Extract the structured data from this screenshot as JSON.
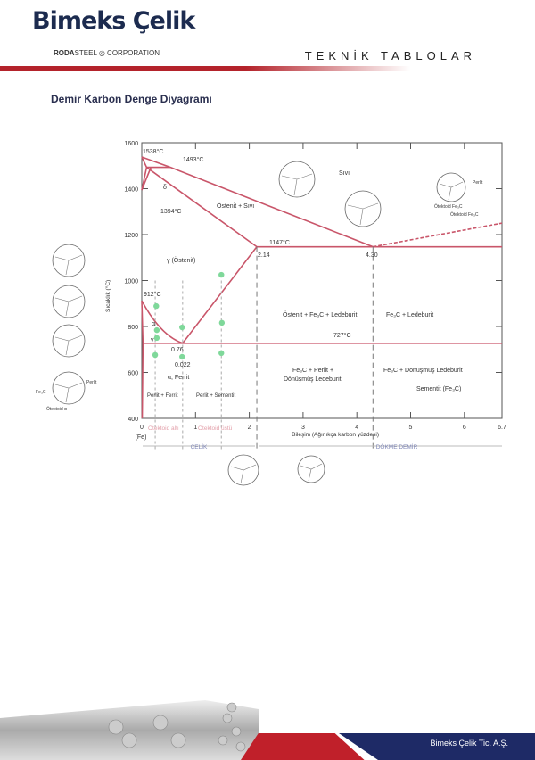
{
  "header": {
    "brand": "Bimeks Çelik",
    "sub_brand_bold": "RODA",
    "sub_brand_rest": "STEEL",
    "sub_brand_corp": "CORPORATION",
    "section": "TEKNİK TABLOLAR"
  },
  "page_title": "Demir Karbon Denge Diyagramı",
  "diagram": {
    "xlabel": "Bileşim (Ağırlıkça karbon yüzdesi)",
    "ylabel": "Sıcaklık (°C)",
    "xlim": [
      0,
      6.7
    ],
    "ylim": [
      400,
      1600
    ],
    "xticks": [
      "0",
      "1",
      "2",
      "3",
      "4",
      "5",
      "6",
      "6.7"
    ],
    "yticks": [
      "400",
      "600",
      "800",
      "1000",
      "1200",
      "1400",
      "1600"
    ],
    "fe_label": "(Fe)",
    "region_labels": {
      "liquid": "Sıvı",
      "austenite_liquid": "Östenit + Sıvı",
      "austenite": "γ (Östenit)",
      "aus_fe3c_led": "Östenit + Fe₃C + Ledeburit",
      "fe3c_led": "Fe₃C + Ledeburit",
      "fe3c_perlite_1": "Fe₃C + Perlit +",
      "fe3c_perlite_2": "Dönüşmüş Ledeburit",
      "fe3c_trans_led": "Fe₃C + Dönüşmüş Ledeburit",
      "cementite": "Sementit (Fe₃C)",
      "perlite_ferrite": "Perlit + Ferrit",
      "perlite_cementite": "Perlit + Sementit",
      "ferrite": "α, Ferrit",
      "delta": "δ",
      "alpha": "α",
      "gamma": "γ"
    },
    "point_labels": {
      "t1538": "1538°C",
      "t1493": "1493°C",
      "t1394": "1394°C",
      "t1147": "1147°C",
      "t912": "912°C",
      "t727": "727°C",
      "c214": "2.14",
      "c430": "4.30",
      "c076": "0.76",
      "c0022": "0.022"
    },
    "bottom": {
      "hypo": "Ötektoid altı",
      "hyper": "Ötektoid üstü",
      "steel": "ÇELİK",
      "cast_iron": "DÖKME DEMİR"
    },
    "micro_labels": {
      "perlite": "Perlit",
      "proeut_fe3c": "Ötektoid Fe₃C",
      "eut_fe3c": "Ötektoid Fe₃C",
      "fe3c": "Fe₃C",
      "proeut_a": "Ötektoid α",
      "perlite2": "Perlit"
    },
    "line_color": "#c9566a",
    "dot_color": "#7fd89a",
    "markers": [
      [
        0.27,
        889
      ],
      [
        0.28,
        784
      ],
      [
        0.28,
        750
      ],
      [
        0.75,
        796
      ],
      [
        0.25,
        676
      ],
      [
        0.75,
        668
      ],
      [
        1.49,
        816
      ],
      [
        1.48,
        684
      ],
      [
        1.48,
        1025
      ]
    ]
  },
  "footer": {
    "company": "Bimeks Çelik Tic. A.Ş."
  }
}
